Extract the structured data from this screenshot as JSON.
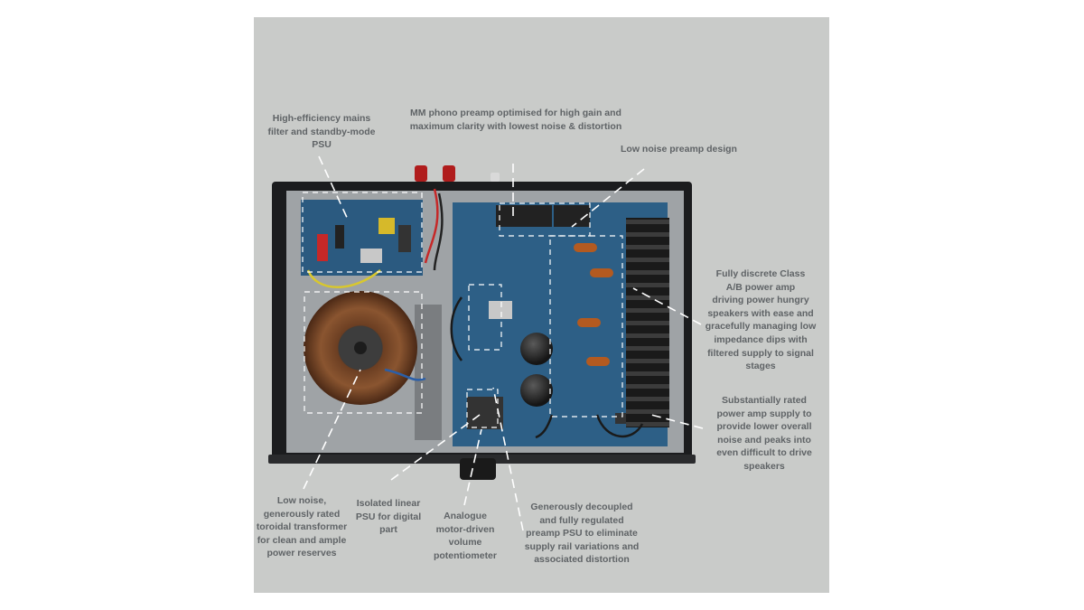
{
  "callouts": {
    "mains_filter": "High-efficiency mains\nfilter and standby-mode\nPSU",
    "phono_preamp": "MM phono preamp optimised for high gain and\nmaximum clarity with lowest noise & distortion",
    "low_noise_preamp": "Low noise preamp design",
    "power_amp": "Fully discrete Class\nA/B power amp\ndriving power hungry\nspeakers with ease and\ngracefully managing low\nimpedance dips with\nfiltered supply to signal\nstages",
    "power_supply": "Substantially rated\npower amp supply to\nprovide lower overall\nnoise and peaks into\neven difficult to drive\nspeakers",
    "toroidal": "Low noise,\ngenerously rated\ntoroidal transformer\nfor clean and ample\npower reserves",
    "digital_psu": "Isolated linear\nPSU for digital\npart",
    "volume_pot": "Analogue\nmotor-driven\nvolume\npotentiometer",
    "preamp_psu": "Generously decoupled\nand fully regulated\npreamp PSU to eliminate\nsupply rail variations and\nassociated distortion"
  },
  "colors": {
    "background": "#c9cbc9",
    "text": "#5f6366",
    "pcb": "#2d5f86",
    "chassis": "#1b1c1e",
    "leader_line": "#ffffff"
  }
}
